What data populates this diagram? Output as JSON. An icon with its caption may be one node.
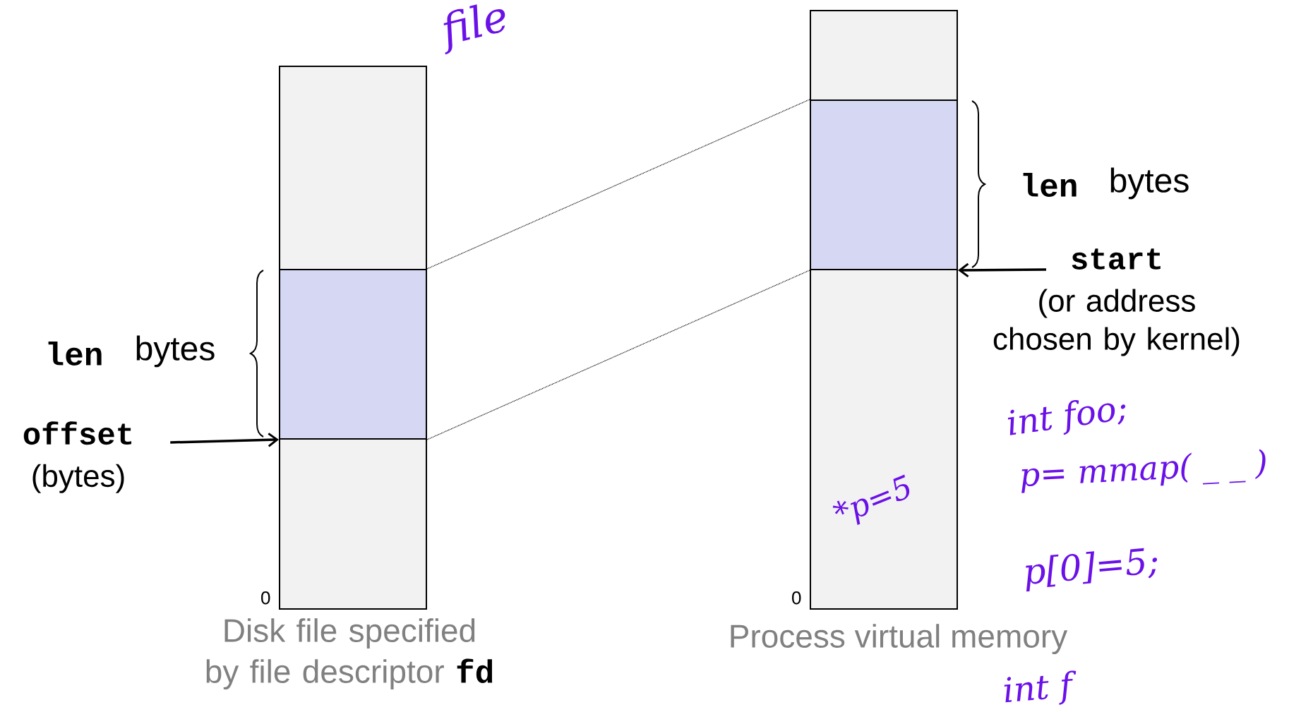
{
  "diagram": {
    "nodes": [
      {
        "text": [],
        "shape": "box",
        "beside": [
          "file"
        ]
      },
      {
        "text": [],
        "shape": "box"
      },
      {
        "text": [],
        "shape": "box",
        "beside": [
          "0",
          "Disk file specified by file descriptor",
          "fd"
        ]
      },
      {
        "text": [],
        "shape": "box"
      },
      {
        "text": [],
        "shape": "box"
      },
      {
        "text": [],
        "shape": "box",
        "beside": [
          "0",
          "Process virtual memory"
        ]
      },
      {
        "text": [
          "offset",
          "(bytes)"
        ]
      },
      {
        "text": [
          "start",
          "(or address chosen by kernel)"
        ]
      }
    ],
    "edges": [
      {
        "from": 6,
        "to": 1,
        "arrow": "to"
      },
      {
        "from": 7,
        "to": 4,
        "arrow": "to"
      },
      {
        "from": 1,
        "to": 4,
        "arrow": "none",
        "style": "dashed"
      },
      {
        "from": 1,
        "to": 4,
        "arrow": "none",
        "style": "dashed"
      }
    ],
    "labels": [
      "len",
      "bytes",
      "len",
      "bytes",
      "int foo;",
      "p= mmap( _ _ )",
      "*p=5",
      "p[0]=5;",
      "int f"
    ]
  }
}
